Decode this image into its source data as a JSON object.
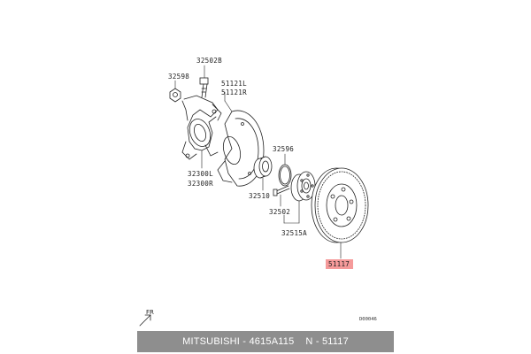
{
  "parts": {
    "p32502B": "32502B",
    "p32598": "32598",
    "p51121L": "51121L",
    "p51121R": "51121R",
    "p32596": "32596",
    "p32300L": "32300L",
    "p32300R": "32300R",
    "p32510": "32510",
    "p32502": "32502",
    "p32515A": "32515A",
    "p51117": "51117"
  },
  "direction_label": "FR",
  "diagram_code": "D00046",
  "footer": {
    "brand": "MITSUBISHI",
    "sep1": " - ",
    "part_number": "4615A115",
    "sep2": "    N - ",
    "position_number": "51117"
  },
  "colors": {
    "highlight": "#f59a9a",
    "footer_bg": "#8e8e8e",
    "footer_text": "#ffffff"
  }
}
